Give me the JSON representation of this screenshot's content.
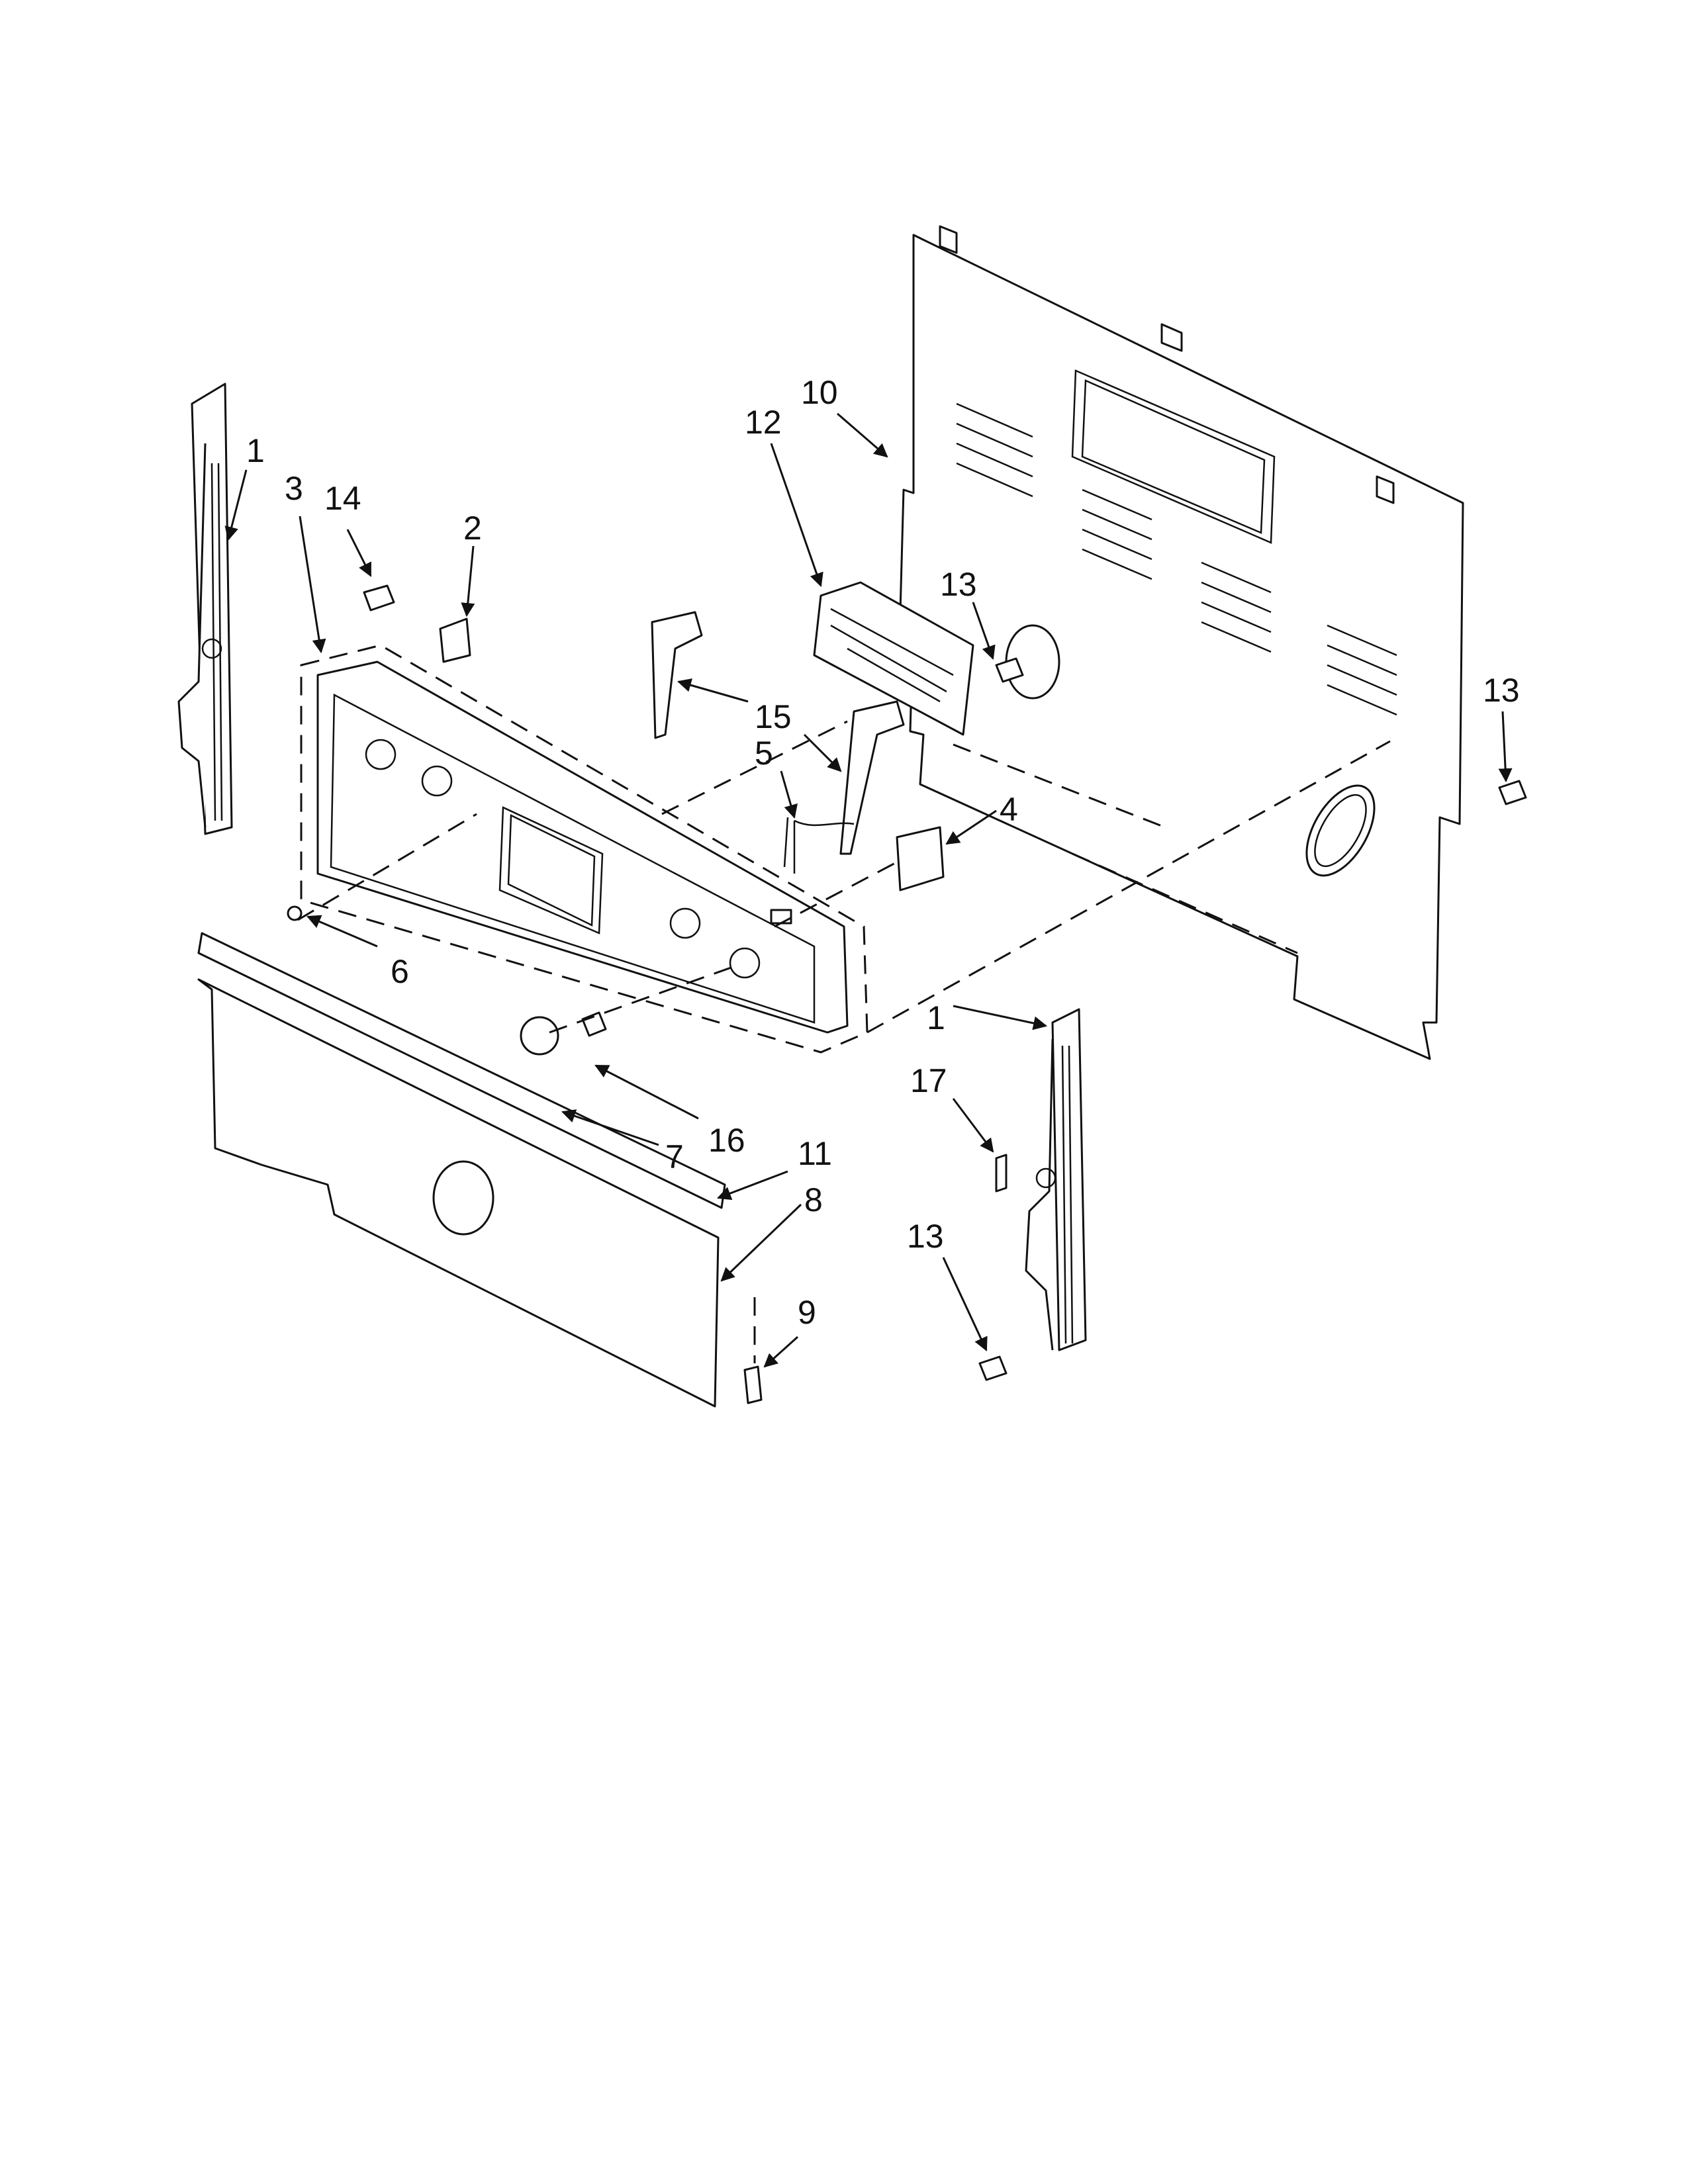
{
  "diagram": {
    "callouts": {
      "c1_left": "1",
      "c3": "3",
      "c14": "14",
      "c2": "2",
      "c12": "12",
      "c10": "10",
      "c13_top": "13",
      "c13_right": "13",
      "c15": "15",
      "c5": "5",
      "c4": "4",
      "c6": "6",
      "c1_right": "1",
      "c17": "17",
      "c7": "7",
      "c16": "16",
      "c11": "11",
      "c8": "8",
      "c9": "9",
      "c13_bottom": "13"
    }
  }
}
